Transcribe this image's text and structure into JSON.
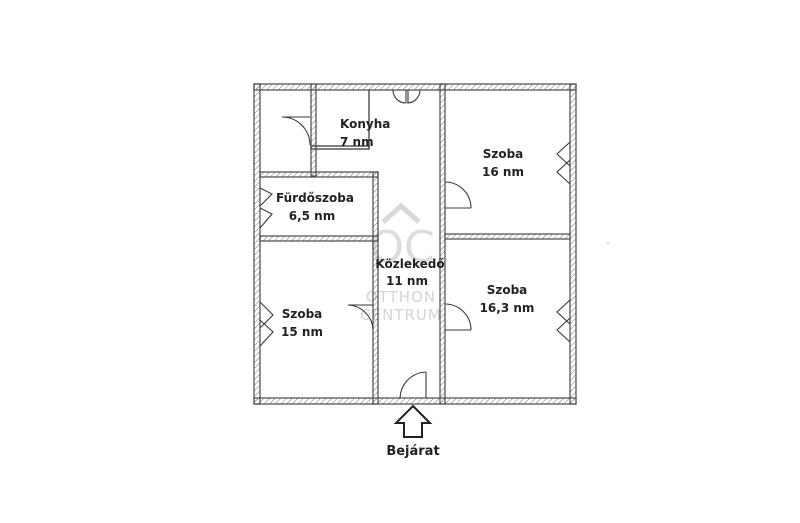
{
  "rooms": [
    {
      "name": "Konyha",
      "area": "7 nm"
    },
    {
      "name": "Fürdőszoba",
      "area": "6,5 nm"
    },
    {
      "name": "Szoba",
      "area": "15 nm"
    },
    {
      "name": "Közlekedő",
      "area": "11 nm"
    },
    {
      "name": "Szoba",
      "area": "16 nm"
    },
    {
      "name": "Szoba",
      "area": "16,3 nm"
    }
  ],
  "entrance": {
    "label": "Bejárat"
  },
  "watermark": {
    "monogram": "OC",
    "line1": "OTTHON",
    "line2": "CENTRUM"
  },
  "colors": {
    "wall": "#4a4a4a",
    "watermark": "#d4d4d4"
  },
  "icons": {
    "entrance": "arrow-up-icon"
  }
}
